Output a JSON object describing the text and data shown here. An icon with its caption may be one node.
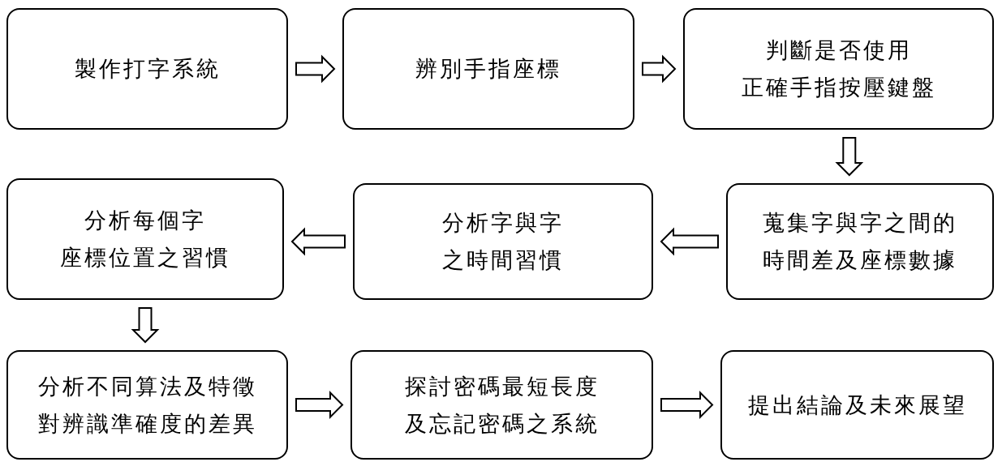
{
  "diagram": {
    "nodes": [
      {
        "text": [
          "製作打字系統"
        ]
      },
      {
        "text": [
          "辨別手指座標"
        ]
      },
      {
        "text": [
          "判斷是否使用正確手指按壓鍵盤"
        ]
      },
      {
        "text": [
          "分析每個字座標位置之習慣"
        ]
      },
      {
        "text": [
          "分析字與字之時間習慣"
        ]
      },
      {
        "text": [
          "蒐集字與字之間的時間差及座標數據"
        ]
      },
      {
        "text": [
          "分析不同算法及特徵對辨識準確度的差異"
        ]
      },
      {
        "text": [
          "探討密碼最短長度及忘記密碼之系統"
        ]
      },
      {
        "text": [
          "提出結論及未來展望"
        ]
      }
    ],
    "edges": [
      {
        "from": 0,
        "to": 1,
        "arrow": "to"
      },
      {
        "from": 1,
        "to": 2,
        "arrow": "to"
      },
      {
        "from": 2,
        "to": 5,
        "arrow": "to"
      },
      {
        "from": 5,
        "to": 4,
        "arrow": "to"
      },
      {
        "from": 4,
        "to": 3,
        "arrow": "to"
      },
      {
        "from": 3,
        "to": 6,
        "arrow": "to"
      },
      {
        "from": 6,
        "to": 7,
        "arrow": "to"
      },
      {
        "from": 7,
        "to": 8,
        "arrow": "to"
      }
    ]
  }
}
